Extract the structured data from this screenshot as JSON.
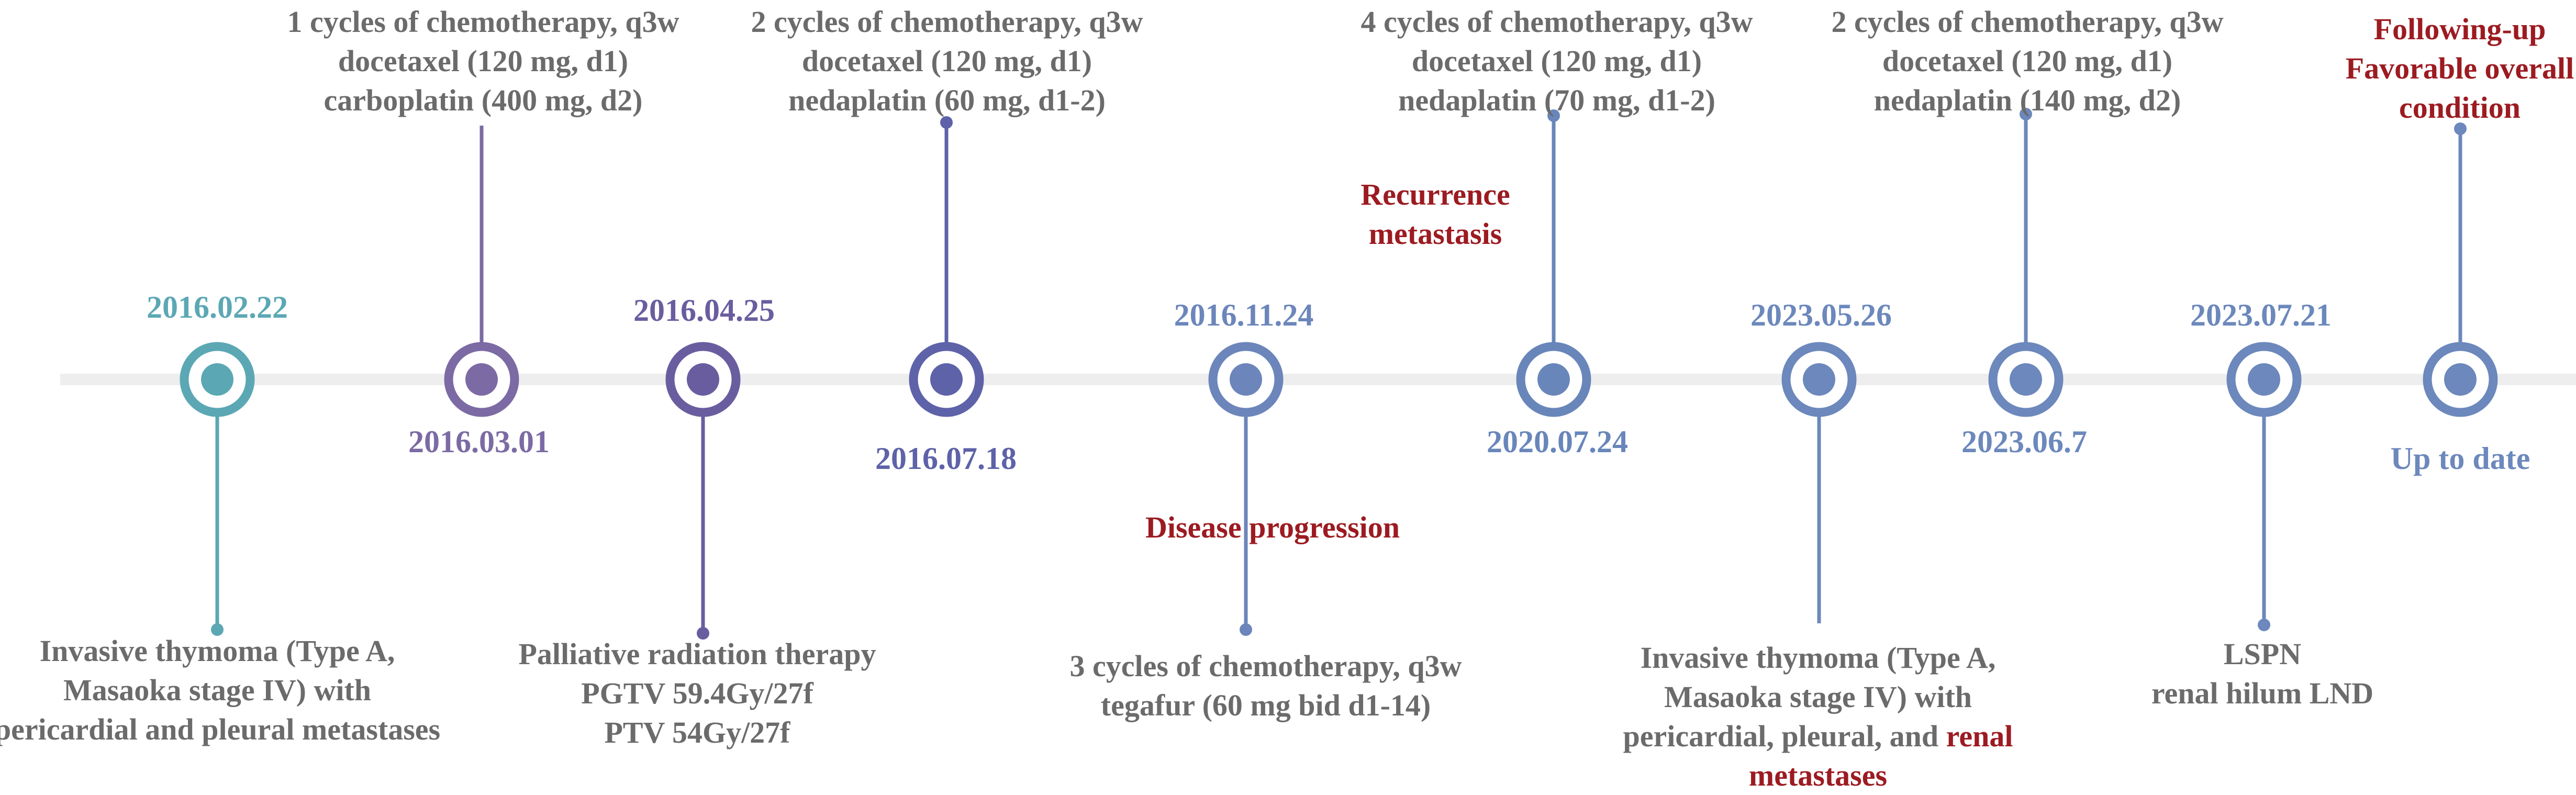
{
  "colors": {
    "axis": "#eeeeee",
    "event_text": "#6b6b6b",
    "highlight": "#9c1b21",
    "events": [
      "#5ba8b4",
      "#7c6aa4",
      "#6a5d9f",
      "#5e62a8",
      "#6c86bb",
      "#6986ba",
      "#6c88bc",
      "#6c88bc",
      "#6c88bc",
      "#6c88bc"
    ]
  },
  "events": [
    {
      "date": "2016.02.22",
      "lines": [
        [
          "Invasive thymoma (Type A,"
        ],
        [
          "Masaoka stage IV) with"
        ],
        [
          "pericardial and pleural metastases"
        ]
      ]
    },
    {
      "date": "2016.03.01",
      "lines": [
        [
          "1 cycles of chemotherapy, q3w"
        ],
        [
          "docetaxel (120 mg, d1)"
        ],
        [
          "carboplatin (400 mg, d2)"
        ]
      ]
    },
    {
      "date": "2016.04.25",
      "lines": [
        [
          "Palliative radiation therapy"
        ],
        [
          "PGTV 59.4Gy/27f"
        ],
        [
          "PTV 54Gy/27f"
        ]
      ]
    },
    {
      "date": "2016.07.18",
      "lines": [
        [
          "2 cycles of chemotherapy, q3w"
        ],
        [
          "docetaxel (120 mg, d1)"
        ],
        [
          "nedaplatin (60 mg, d1-2)"
        ]
      ]
    },
    {
      "date": "2016.11.24",
      "note": "Disease progression",
      "lines": [
        [
          "3 cycles of chemotherapy, q3w"
        ],
        [
          "tegafur (60 mg bid d1-14)"
        ]
      ]
    },
    {
      "date": "2020.07.24",
      "note_lines": [
        "Recurrence",
        "metastasis"
      ],
      "lines": [
        [
          "4 cycles of chemotherapy, q3w"
        ],
        [
          "docetaxel (120 mg, d1)"
        ],
        [
          "nedaplatin (70 mg, d1-2)"
        ]
      ]
    },
    {
      "date": "2023.05.26",
      "lines": [
        [
          "Invasive thymoma (Type A,"
        ],
        [
          "Masaoka stage IV) with"
        ],
        [
          "pericardial, pleural, and ",
          "renal"
        ],
        [
          "metastases"
        ]
      ],
      "highlight_lines": [
        [
          1
        ],
        [
          3
        ]
      ]
    },
    {
      "date": "2023.06.7",
      "lines": [
        [
          "2 cycles of chemotherapy, q3w"
        ],
        [
          "docetaxel (120 mg, d1)"
        ],
        [
          "nedaplatin (140 mg, d2)"
        ]
      ]
    },
    {
      "date": "2023.07.21",
      "lines": [
        [
          "LSPN"
        ],
        [
          "renal hilum LND"
        ]
      ]
    },
    {
      "date": "Up to date",
      "lines": [
        [
          "Following-up"
        ],
        [
          "Favorable overall"
        ],
        [
          "condition"
        ]
      ]
    }
  ]
}
